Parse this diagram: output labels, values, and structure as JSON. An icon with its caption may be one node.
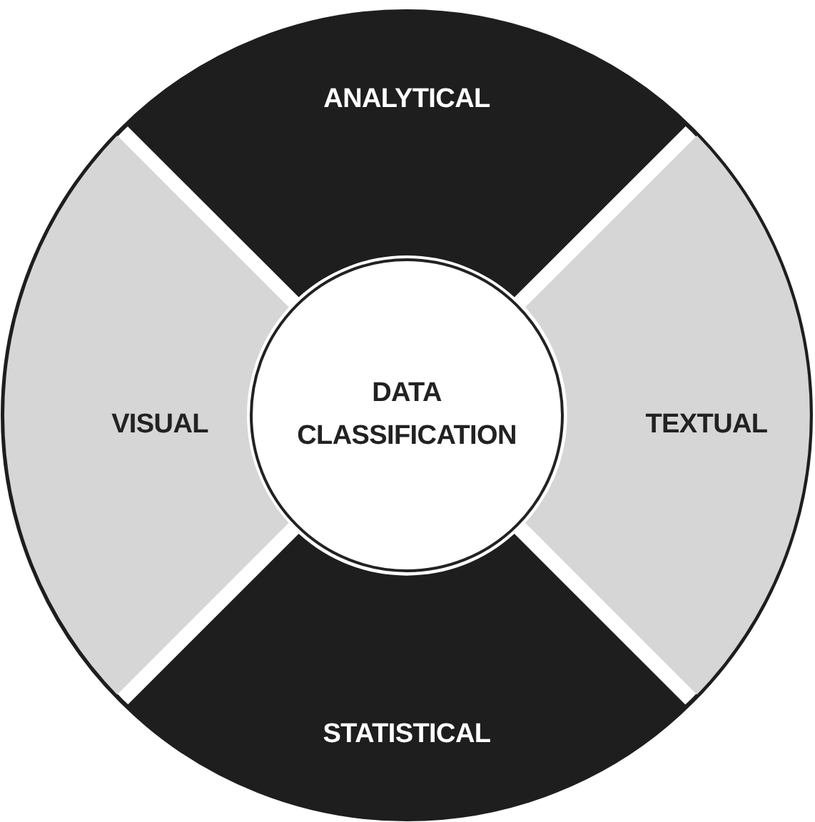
{
  "diagram": {
    "nodes": [
      {
        "text": [
          "ANALYTICAL"
        ]
      },
      {
        "text": [
          "VISUAL"
        ]
      },
      {
        "text": [
          "DATA CLASSIFICATION"
        ]
      },
      {
        "text": [
          "TEXTUAL"
        ]
      },
      {
        "text": [
          "STATISTICAL"
        ]
      }
    ]
  }
}
